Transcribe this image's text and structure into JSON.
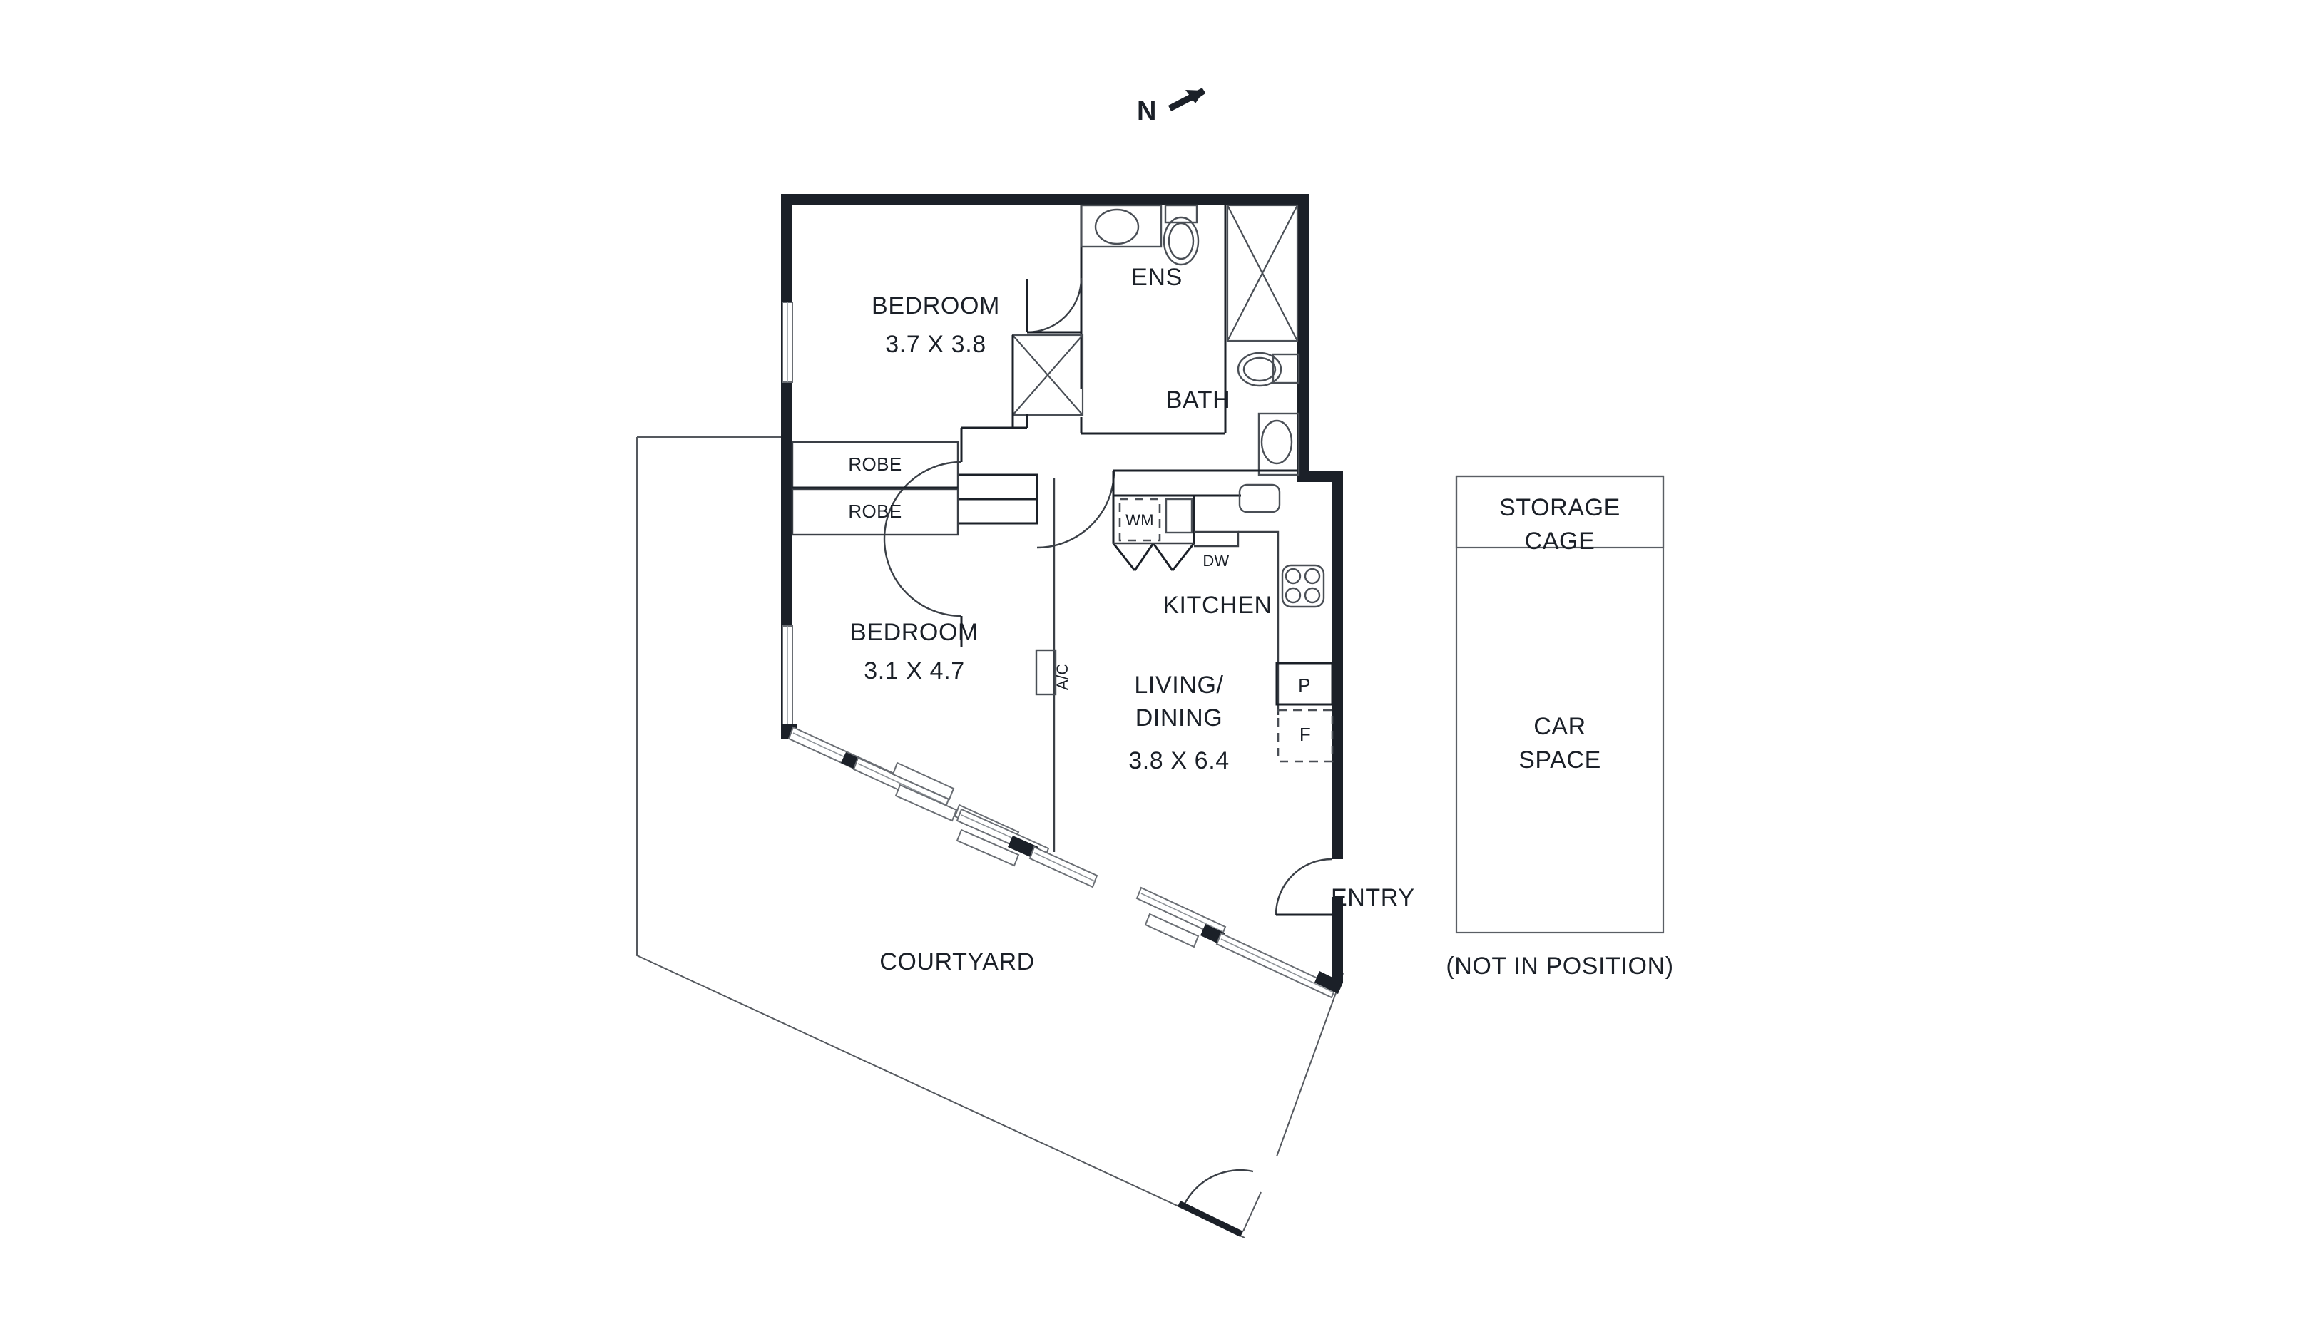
{
  "document": {
    "type": "residential-floor-plan",
    "north_indicator": "N"
  },
  "rooms": [
    {
      "id": "bedroom-1",
      "label": "BEDROOM",
      "dimensions": "3.7 X 3.8"
    },
    {
      "id": "bedroom-2",
      "label": "BEDROOM",
      "dimensions": "3.1 X 4.7"
    },
    {
      "id": "living-dining",
      "label_line1": "LIVING/",
      "label_line2": "DINING",
      "dimensions": "3.8 X 6.4"
    },
    {
      "id": "kitchen",
      "label": "KITCHEN"
    },
    {
      "id": "ensuite",
      "label": "ENS"
    },
    {
      "id": "bathroom",
      "label": "BATH"
    },
    {
      "id": "courtyard",
      "label": "COURTYARD"
    },
    {
      "id": "entry",
      "label": "ENTRY"
    }
  ],
  "labels": {
    "robe_upper": "ROBE",
    "robe_lower": "ROBE",
    "washing_machine": "WM",
    "dishwasher": "DW",
    "pantry": "P",
    "fridge": "F",
    "air_conditioner": "A/C",
    "bedroom_1_name": "BEDROOM",
    "bedroom_1_dims": "3.7 X 3.8",
    "bedroom_2_name": "BEDROOM",
    "bedroom_2_dims": "3.1 X 4.7",
    "living_name_1": "LIVING/",
    "living_name_2": "DINING",
    "living_dims": "3.8 X 6.4",
    "kitchen_name": "KITCHEN",
    "ens_name": "ENS",
    "bath_name": "BATH",
    "courtyard_name": "COURTYARD",
    "entry_name": "ENTRY",
    "north": "N"
  },
  "parking": {
    "storage_cage_line1": "STORAGE",
    "storage_cage_line2": "CAGE",
    "car_space_line1": "CAR",
    "car_space_line2": "SPACE",
    "disclaimer": "(NOT IN POSITION)"
  },
  "colors": {
    "wall": "#1b2028",
    "fixture_line": "#4a4f56",
    "hairline": "#5a5e64",
    "background": "#ffffff",
    "text": "#1b2028"
  }
}
